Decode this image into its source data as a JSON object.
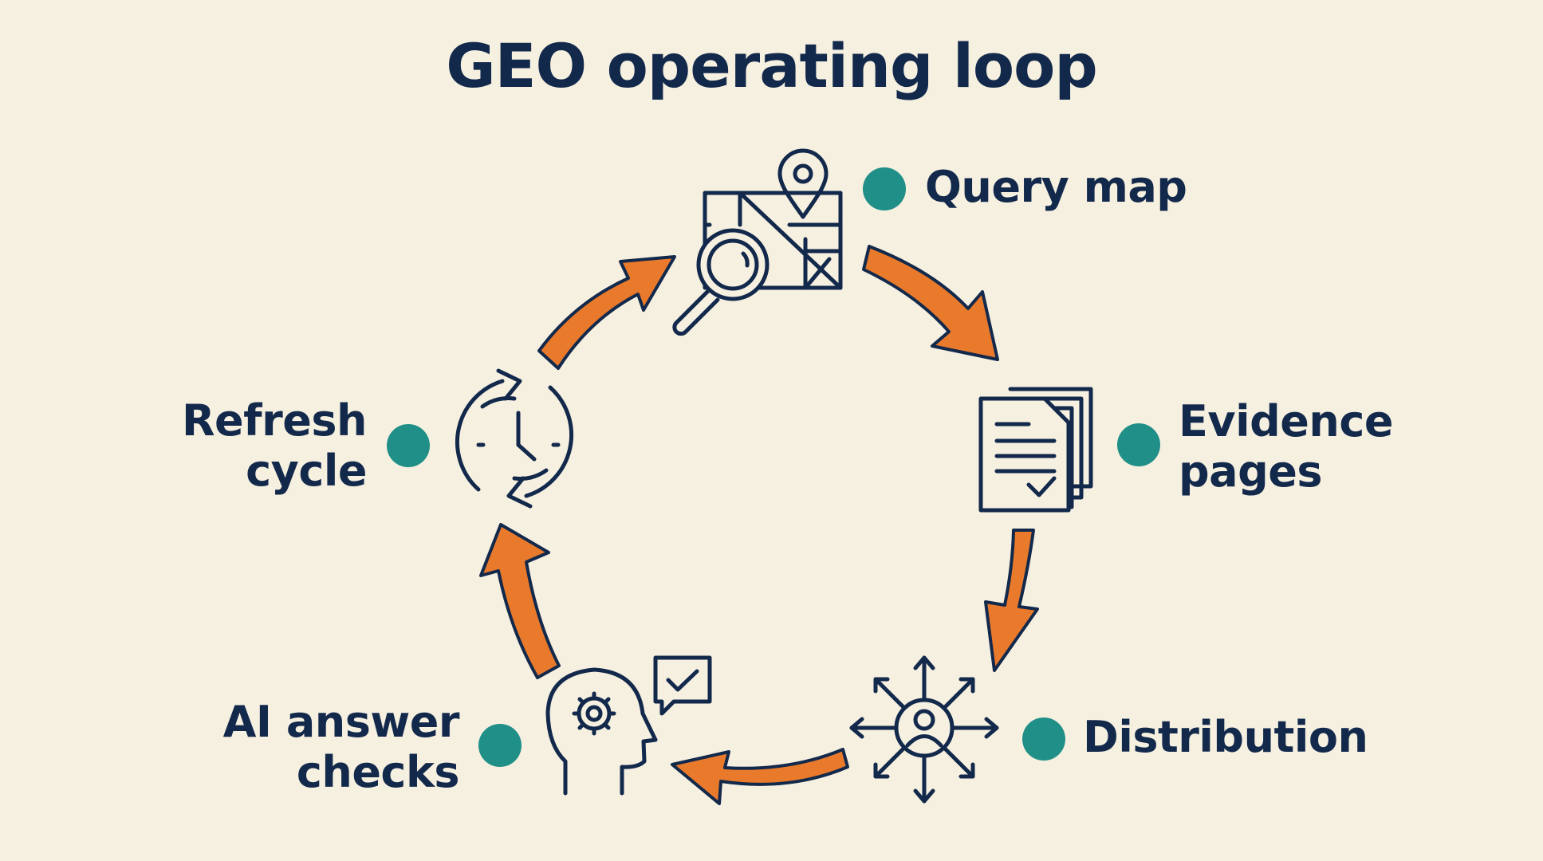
{
  "title": "GEO operating loop",
  "steps": [
    {
      "label_line1": "Query map",
      "label_line2": "",
      "icon": "map-search-icon"
    },
    {
      "label_line1": "Evidence",
      "label_line2": "pages",
      "icon": "documents-check-icon"
    },
    {
      "label_line1": "Distribution",
      "label_line2": "",
      "icon": "distribution-arrows-icon"
    },
    {
      "label_line1": "AI answer",
      "label_line2": "checks",
      "icon": "head-gear-check-icon"
    },
    {
      "label_line1": "Refresh",
      "label_line2": "cycle",
      "icon": "refresh-clock-icon"
    }
  ],
  "colors": {
    "arrow": "#E97A2C",
    "dot": "#1F8F87",
    "text": "#13294B",
    "background": "#F6F0E1"
  }
}
